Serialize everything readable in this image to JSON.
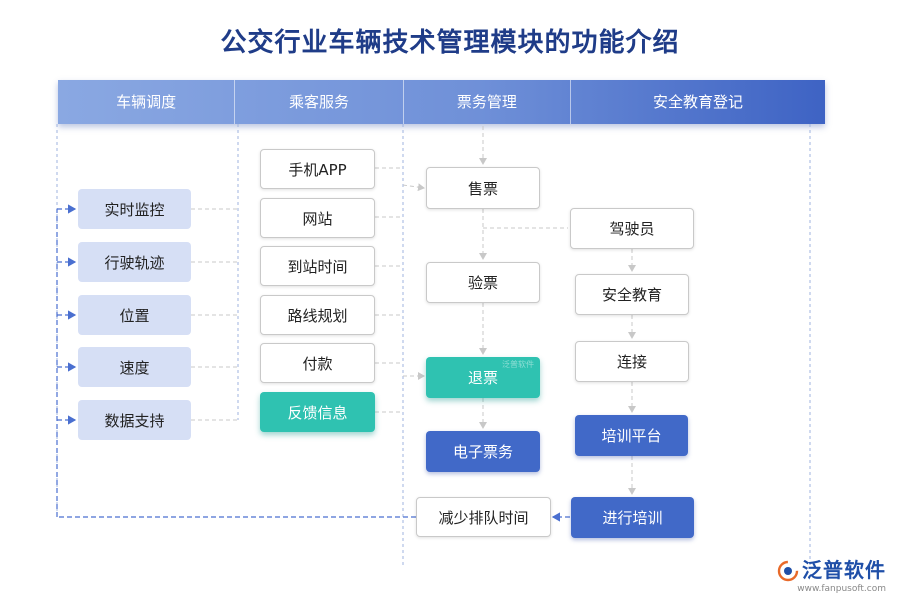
{
  "title": "公交行业车辆技术管理模块的功能介绍",
  "headers": [
    "车辆调度",
    "乘客服务",
    "票务管理",
    "安全教育登记"
  ],
  "left_items": [
    "实时监控",
    "行驶轨迹",
    "位置",
    "速度",
    "数据支持"
  ],
  "service_items": [
    "手机APP",
    "网站",
    "到站时间",
    "路线规划",
    "付款",
    "反馈信息"
  ],
  "ticket_items": [
    "售票",
    "验票",
    "退票",
    "电子票务",
    "减少排队时间"
  ],
  "safety_items": [
    "驾驶员",
    "安全教育",
    "连接",
    "培训平台",
    "进行培训"
  ],
  "watermark": "泛普软件",
  "logo": {
    "name": "泛普软件",
    "url": "www.fanpusoft.com"
  },
  "colors": {
    "title": "#1f3c88",
    "header_start": "#8aa8e2",
    "header_end": "#3e63c4",
    "left_box": "#d6dff5",
    "teal": "#2fc2b1",
    "blue": "#4169c8",
    "connector": "#c8c8c8",
    "loop_line": "#4a6fd0"
  }
}
